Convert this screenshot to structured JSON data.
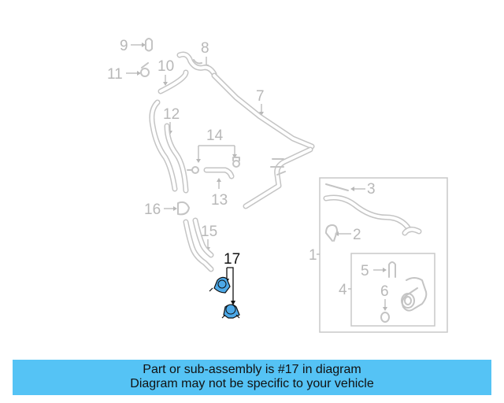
{
  "callouts": {
    "c1": "1",
    "c2": "2",
    "c3": "3",
    "c4": "4",
    "c5": "5",
    "c6": "6",
    "c7": "7",
    "c8": "8",
    "c9": "9",
    "c10": "10",
    "c11": "11",
    "c12": "12",
    "c13": "13",
    "c14": "14",
    "c15": "15",
    "c16": "16",
    "c17": "17"
  },
  "highlighted_part": "17",
  "colors": {
    "highlight_fill": "#4da9e8",
    "banner_background": "#55c3f5",
    "faded_part": "#c4c4c4"
  },
  "banner": {
    "line1": "Part or sub-assembly is #17 in diagram",
    "line2": "Diagram may not be specific to your vehicle"
  }
}
